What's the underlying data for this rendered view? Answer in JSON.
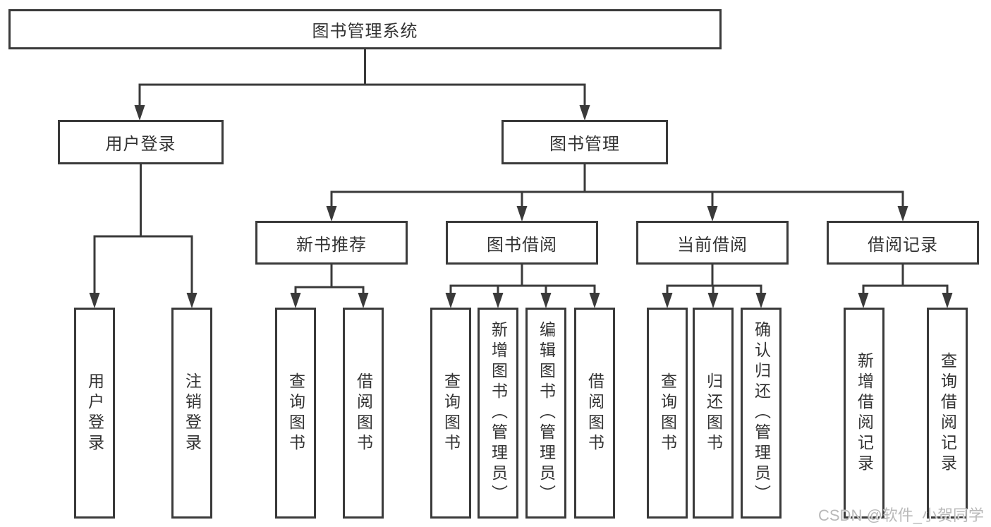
{
  "diagram": {
    "root": {
      "label": "图书管理系统"
    },
    "branches": [
      {
        "label": "用户登录",
        "children": [
          {
            "label": "用户登录"
          },
          {
            "label": "注销登录"
          }
        ]
      },
      {
        "label": "图书管理",
        "sections": [
          {
            "label": "新书推荐",
            "children": [
              {
                "label": "查询图书"
              },
              {
                "label": "借阅图书"
              }
            ]
          },
          {
            "label": "图书借阅",
            "children": [
              {
                "label": "查询图书"
              },
              {
                "label": "新增图书（管理员）"
              },
              {
                "label": "编辑图书（管理员）"
              },
              {
                "label": "借阅图书"
              }
            ]
          },
          {
            "label": "当前借阅",
            "children": [
              {
                "label": "查询图书"
              },
              {
                "label": "归还图书"
              },
              {
                "label": "确认归还（管理员）"
              }
            ]
          },
          {
            "label": "借阅记录",
            "children": [
              {
                "label": "新增借阅记录"
              },
              {
                "label": "查询借阅记录"
              }
            ]
          }
        ]
      }
    ]
  },
  "watermark": {
    "text": "CSDN @软件_小贺同学"
  },
  "colors": {
    "line": "#3a3a3a",
    "box_border": "#3a3a3a",
    "text": "#333333",
    "background": "#ffffff",
    "watermark": "#b9b9b9"
  }
}
